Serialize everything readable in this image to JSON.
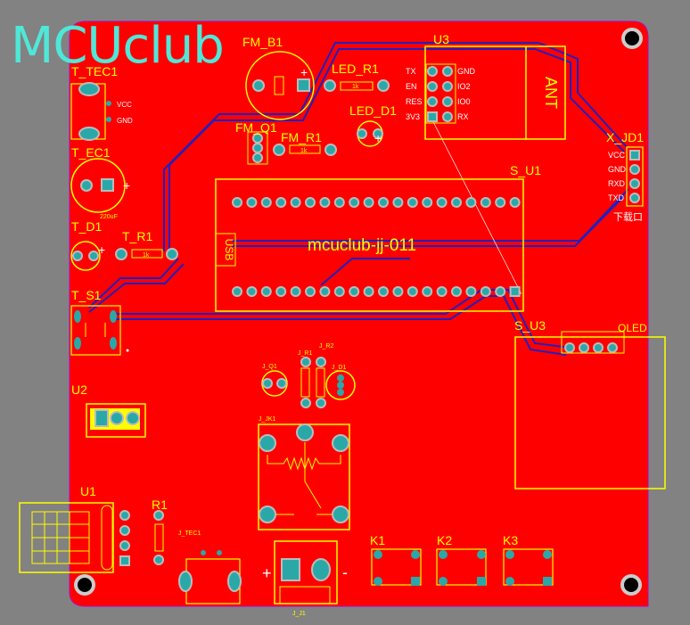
{
  "watermark": "MCUclub",
  "board_name": "mcuclub-jj-011",
  "refs": {
    "fm_b1": "FM_B1",
    "u3": "U3",
    "t_tec1": "T_TEC1",
    "led_r1": "LED_R1",
    "led_d1": "LED_D1",
    "fm_q1": "FM_Q1",
    "fm_r1": "FM_R1",
    "x_jd1": "X_JD1",
    "t_ec1": "T_EC1",
    "s_u1": "S_U1",
    "t_d1": "T_D1",
    "t_r1": "T_R1",
    "t_s1": "T_S1",
    "s_u3": "S_U3",
    "oled": "OLED",
    "u2": "U2",
    "u1": "U1",
    "r1": "R1",
    "k1": "K1",
    "k2": "K2",
    "k3": "K3",
    "j_q1": "J_Q1",
    "j_r1": "J_R1",
    "j_r2": "J_R2",
    "j_d1": "J_D1",
    "j_jk1": "J_JK1",
    "j_tec1": "J_TEC1",
    "j_j1": "J_J1"
  },
  "esp_pins_left": [
    "TX",
    "EN",
    "RES",
    "3V3"
  ],
  "esp_pins_right": [
    "GND",
    "IO2",
    "IO0",
    "RX"
  ],
  "esp_antenna": "ANT",
  "serial_pins": [
    "VCC",
    "GND",
    "RXD",
    "TXD"
  ],
  "serial_label": "下载口",
  "tec_pins": [
    "VCC",
    "GND"
  ],
  "values": {
    "resistor": "1k",
    "cap": "220uF"
  },
  "usb_label": "USB",
  "sym": {
    "plus": "+",
    "minus": "-",
    "dot": "●"
  },
  "colors": {
    "board": "#ff0000",
    "silk": "#ffff00",
    "track": "#2020c0",
    "pad": "#2aa8a8",
    "background": "#828282"
  }
}
